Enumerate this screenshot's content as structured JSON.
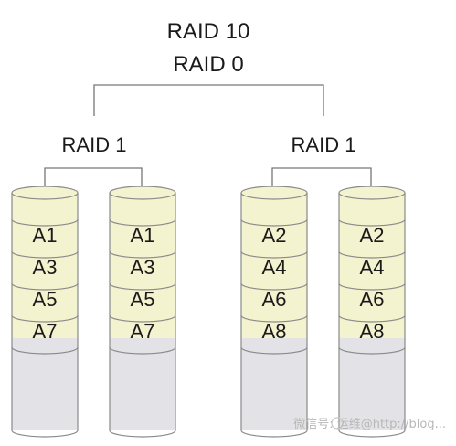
{
  "diagram": {
    "title_top": "RAID 10",
    "title_stripe": "RAID 0",
    "mirror_left_label": "RAID 1",
    "mirror_right_label": "RAID 1",
    "disks": [
      {
        "blocks": [
          "A1",
          "A3",
          "A5",
          "A7"
        ]
      },
      {
        "blocks": [
          "A1",
          "A3",
          "A5",
          "A7"
        ]
      },
      {
        "blocks": [
          "A2",
          "A4",
          "A6",
          "A8"
        ]
      },
      {
        "blocks": [
          "A2",
          "A4",
          "A6",
          "A8"
        ]
      }
    ],
    "watermark": "微信号: 运维@http://blog..."
  }
}
